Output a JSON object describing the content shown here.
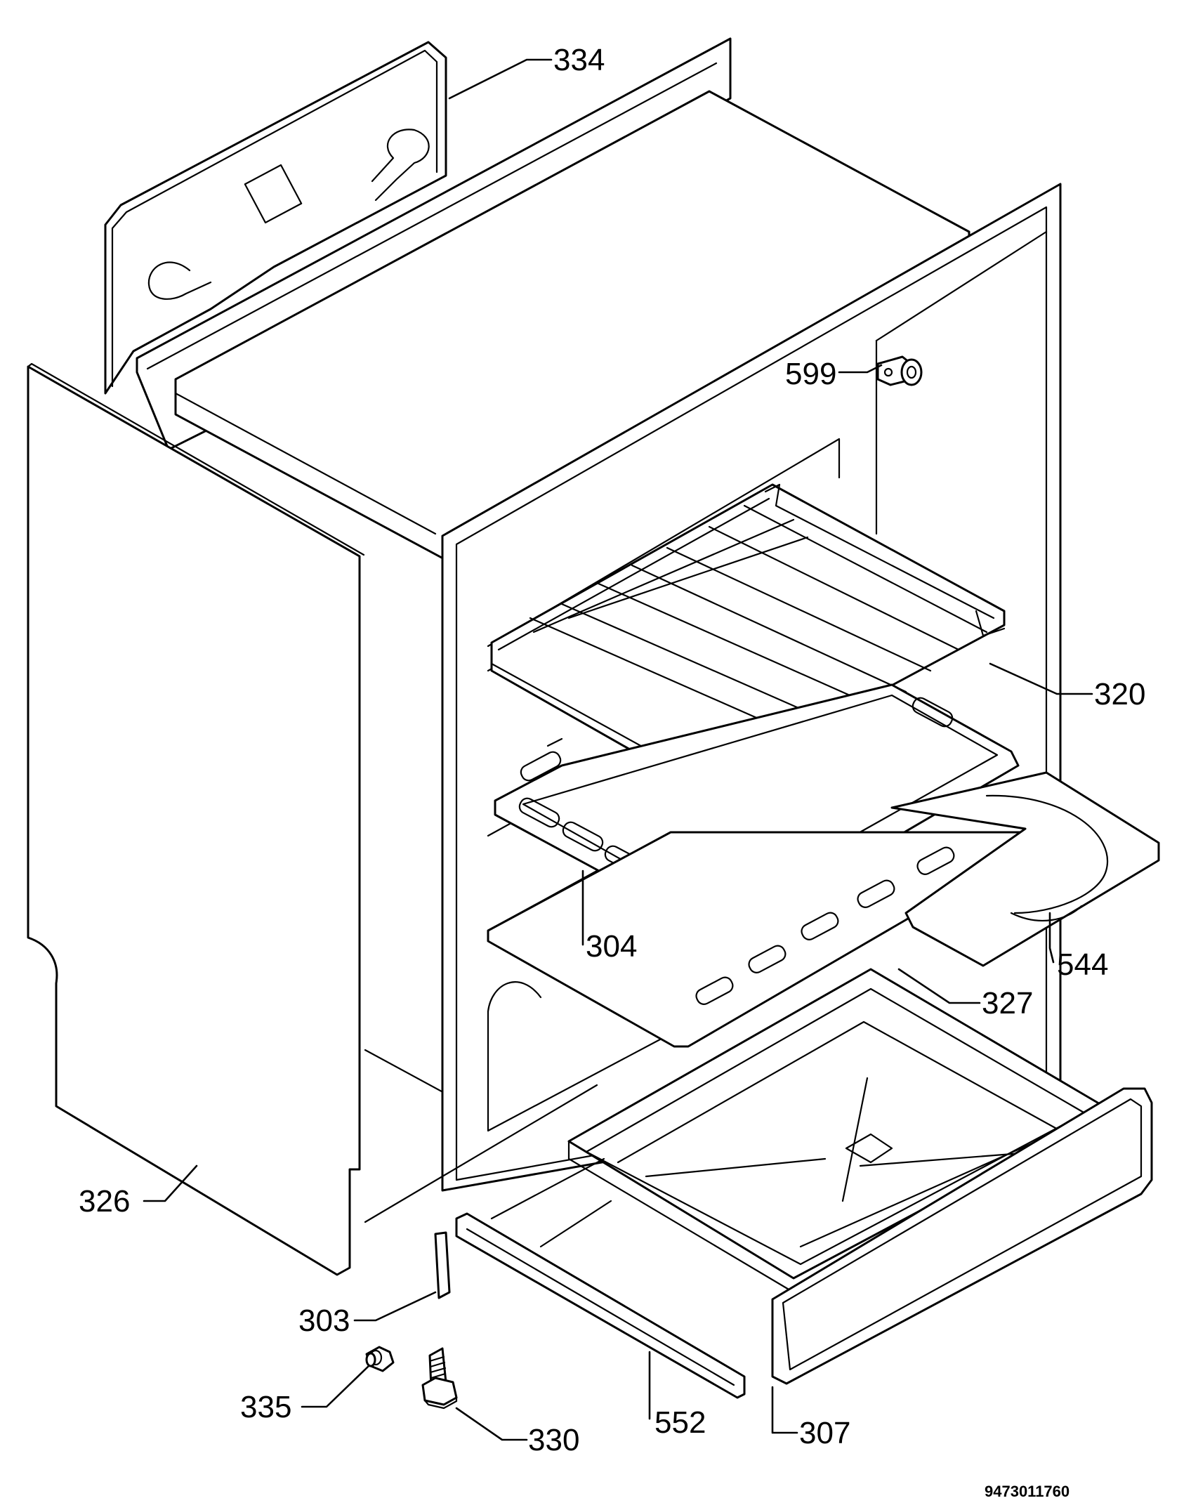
{
  "colors": {
    "line": "#000000",
    "background": "#ffffff"
  },
  "labels": {
    "p334": "334",
    "p599": "599",
    "p320": "320",
    "p304": "304",
    "p544": "544",
    "p327": "327",
    "p326": "326",
    "p303": "303",
    "p335": "335",
    "p330": "330",
    "p552": "552",
    "p307": "307"
  },
  "drawing_code": "9473011760"
}
